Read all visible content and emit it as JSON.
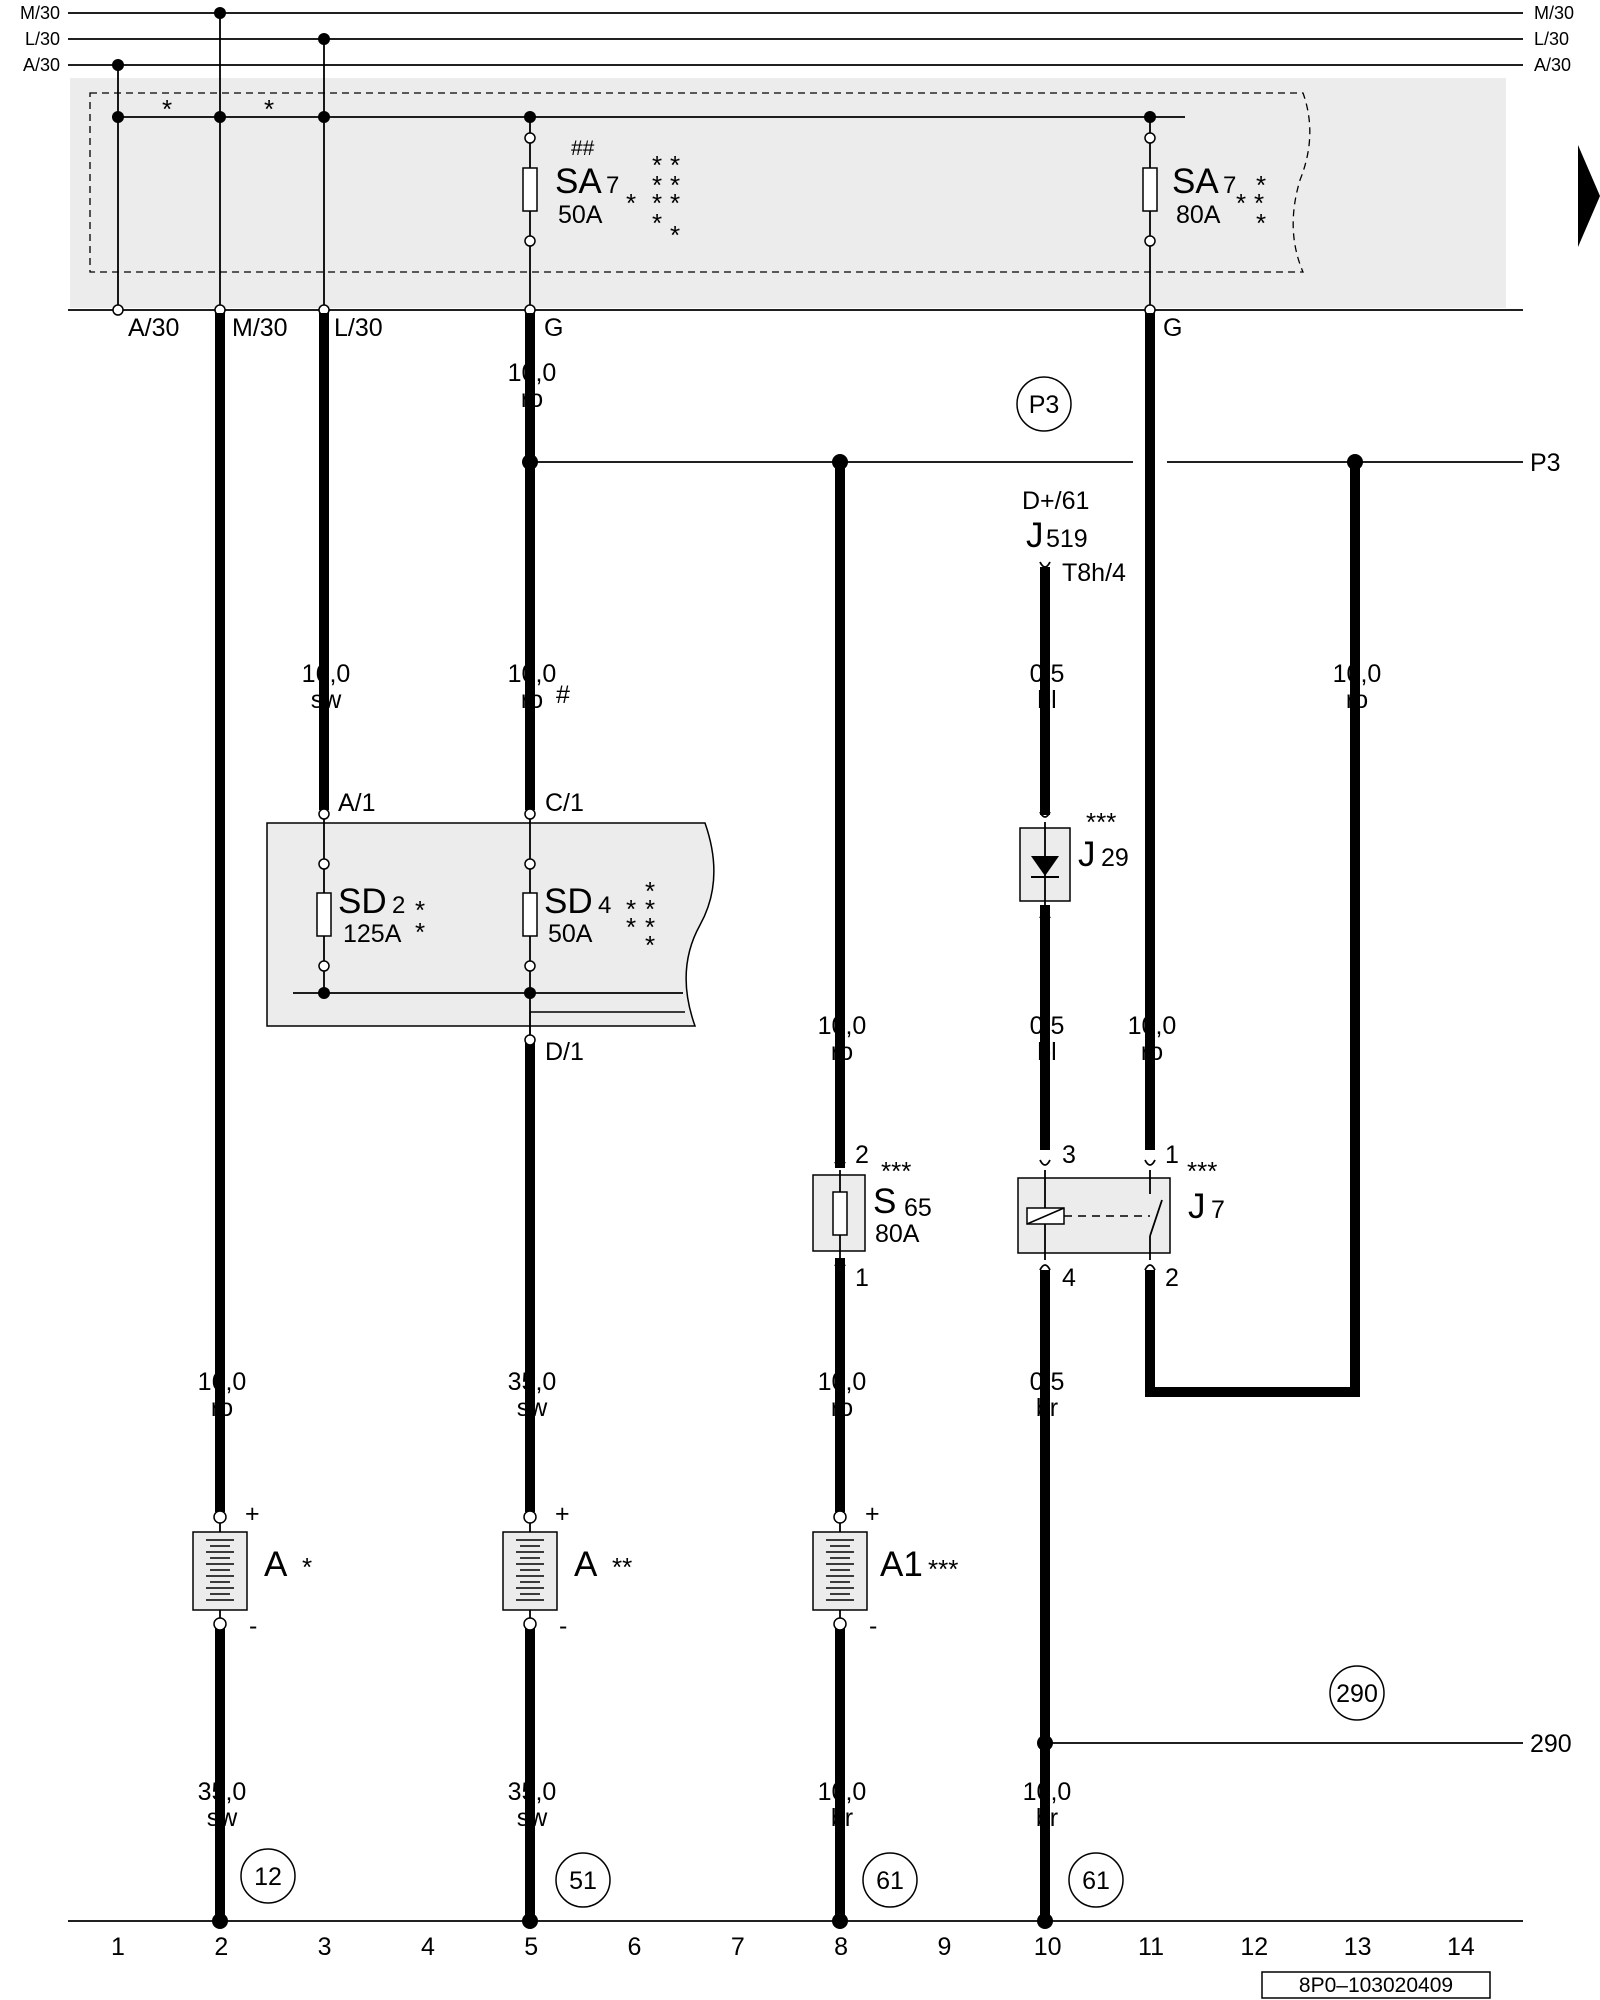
{
  "rails": {
    "m30": "M/30",
    "l30": "L/30",
    "a30": "A/30"
  },
  "fuse_box": {
    "star_a": "*",
    "star_b": "*",
    "fuse_left": {
      "mark": "##",
      "name": "SA",
      "num": "7",
      "amp": "50A",
      "stars": "*\n* *\n* *\n*\n*"
    },
    "fuse_right": {
      "name": "SA",
      "num": "7",
      "amp": "80A",
      "stars": "* *\n*\n*"
    },
    "terminals": {
      "a30": "A/30",
      "m30": "M/30",
      "l30": "L/30",
      "g1": "G",
      "g2": "G"
    }
  },
  "wires": {
    "w5_top": {
      "size": "10,0",
      "color": "ro"
    },
    "w3_mid": {
      "size": "16,0",
      "color": "sw"
    },
    "w5_mid": {
      "size": "10,0",
      "color": "ro",
      "mark": "#"
    },
    "w10_top": {
      "size": "0,5",
      "color": "bl"
    },
    "w13": {
      "size": "10,0",
      "color": "ro"
    },
    "w8_mid": {
      "size": "10,0",
      "color": "ro"
    },
    "w10_mid": {
      "size": "0,5",
      "color": "bl"
    },
    "w11_mid": {
      "size": "10,0",
      "color": "ro"
    },
    "w2_low": {
      "size": "16,0",
      "color": "ro"
    },
    "w5_low": {
      "size": "35,0",
      "color": "sw"
    },
    "w8_low": {
      "size": "10,0",
      "color": "ro"
    },
    "w10_low": {
      "size": "0,5",
      "color": "br"
    },
    "w2_bot": {
      "size": "35,0",
      "color": "sw"
    },
    "w5_bot": {
      "size": "35,0",
      "color": "sw"
    },
    "w8_bot": {
      "size": "10,0",
      "color": "br"
    },
    "w10_bot": {
      "size": "10,0",
      "color": "br"
    }
  },
  "p3": {
    "circle": "P3",
    "link": "P3"
  },
  "j519": {
    "pin": "D+/61",
    "name": "J",
    "num": "519",
    "connector": "T8h/4"
  },
  "distributor": {
    "a1": "A/1",
    "c1": "C/1",
    "d1": "D/1",
    "sd2": {
      "name": "SD",
      "num": "2",
      "amp": "125A",
      "stars": "*\n*"
    },
    "sd4": {
      "name": "SD",
      "num": "4",
      "amp": "50A",
      "stars": "*\n* *\n* *\n*"
    }
  },
  "j29": {
    "name": "J",
    "num": "29",
    "stars": "***"
  },
  "s65": {
    "name": "S",
    "num": "65",
    "amp": "80A",
    "stars": "***",
    "pin_top": "2",
    "pin_bot": "1"
  },
  "j7": {
    "name": "J",
    "num": "7",
    "stars": "***",
    "pin1": "1",
    "pin2": "2",
    "pin3": "3",
    "pin4": "4"
  },
  "batteries": {
    "b1": {
      "name": "A",
      "stars": "*",
      "plus": "+",
      "minus": "-"
    },
    "b2": {
      "name": "A",
      "stars": "**",
      "plus": "+",
      "minus": "-"
    },
    "b3": {
      "name": "A1",
      "stars": "***",
      "plus": "+",
      "minus": "-"
    }
  },
  "link_290": {
    "circle": "290",
    "label": "290"
  },
  "grounds": {
    "g12": "12",
    "g51": "51",
    "g61a": "61",
    "g61b": "61"
  },
  "columns": [
    "1",
    "2",
    "3",
    "4",
    "5",
    "6",
    "7",
    "8",
    "9",
    "10",
    "11",
    "12",
    "13",
    "14"
  ],
  "doc_id": "8P0–103020409"
}
